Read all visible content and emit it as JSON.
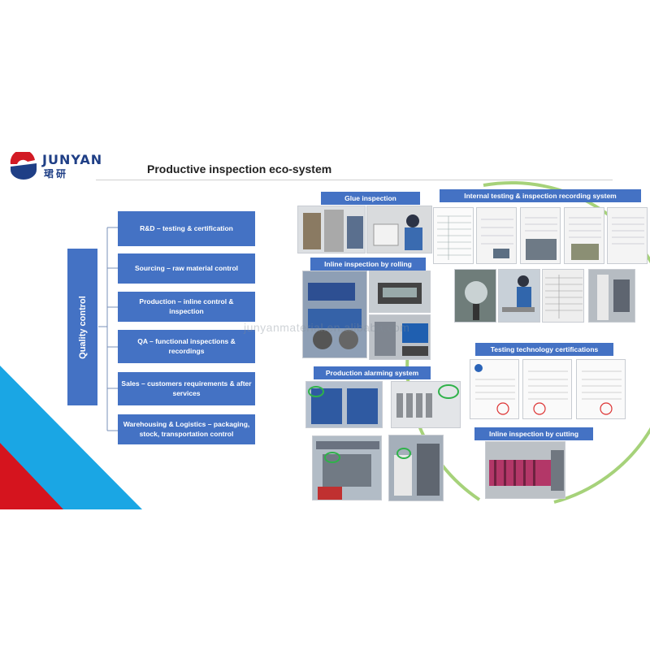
{
  "brand": {
    "name": "JUNYAN",
    "name_cn": "珺研",
    "colors": {
      "blue": "#1f3f86",
      "red": "#d21a24"
    }
  },
  "slide": {
    "title": "Productive inspection eco-system",
    "watermark": "junyanmaterial.en.alibaba.com"
  },
  "diagram": {
    "root": "Quality control",
    "items": [
      "R&D – testing & certification",
      "Sourcing – raw material control",
      "Production – inline control & inspection",
      "QA – functional inspections & recordings",
      "Sales – customers requirements & after services",
      "Warehousing & Logistics – packaging, stock, transportation control"
    ],
    "color": "#4472c4"
  },
  "sections": {
    "glue": "Glue inspection",
    "internal": "Internal testing & inspection recording system",
    "rolling": "Inline inspection by rolling",
    "alarming": "Production alarming system",
    "certifications": "Testing technology certifications",
    "cutting": "Inline inspection by cutting"
  },
  "colors": {
    "accent_green": "#a6d27a",
    "corner_red": "#d5141e",
    "corner_cyan": "#1aa6e4"
  }
}
